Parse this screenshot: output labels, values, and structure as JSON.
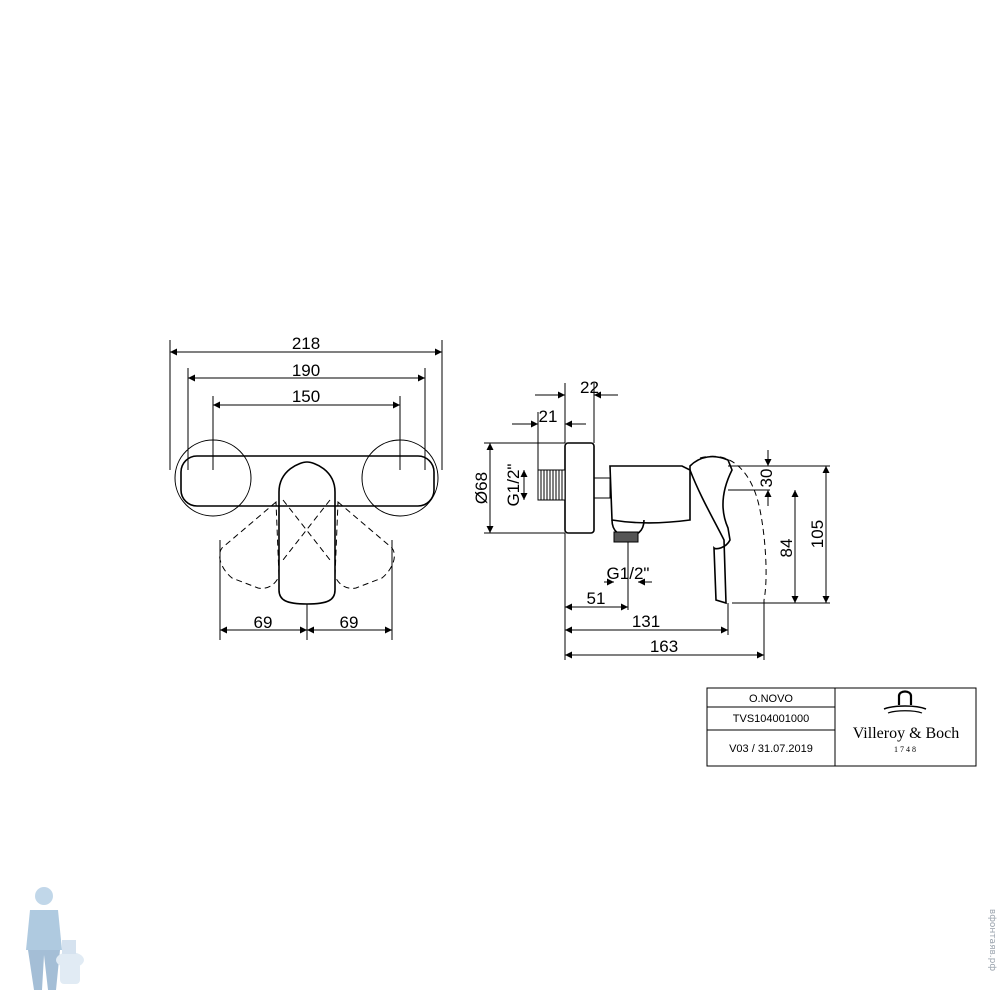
{
  "front_view": {
    "dim_overall_width": "218",
    "dim_centre_width": "190",
    "dim_inner_width": "150",
    "dim_handle_left": "69",
    "dim_handle_right": "69"
  },
  "side_view": {
    "dim_rosette_depth": "22",
    "dim_rosette_inner": "21",
    "dim_rosette_diameter": "Ø68",
    "dim_inlet_thread": "G1/2\"",
    "dim_top_offset": "30",
    "dim_lever_height": "84",
    "dim_total_height": "105",
    "dim_outlet_thread": "G1/2\"",
    "dim_outlet_depth": "51",
    "dim_body_depth": "131",
    "dim_total_depth": "163"
  },
  "title_block": {
    "product_name": "O.NOVO",
    "article_number": "TVS104001000",
    "version_date": "V03 / 31.07.2019",
    "brand_name": "Villeroy & Boch",
    "brand_year": "1748"
  },
  "watermark": {
    "text": "вфонтаяв.рф",
    "icon": "plumber-mascot-icon"
  }
}
